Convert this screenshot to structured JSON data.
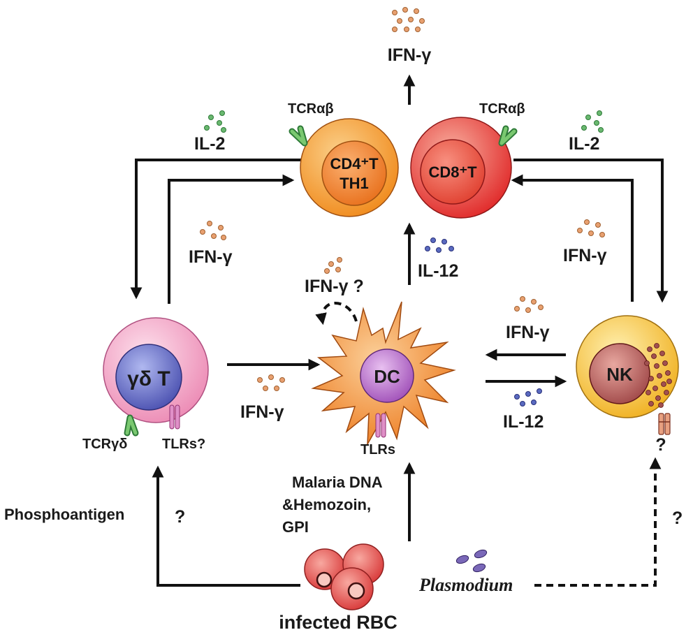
{
  "cells": {
    "cd4": {
      "line1": "CD4⁺T",
      "line2": "TH1",
      "receptor": "TCRαβ"
    },
    "cd8": {
      "label": "CD8⁺T",
      "receptor": "TCRαβ"
    },
    "gdt": {
      "label": "γδ T",
      "receptor": "TCRγδ",
      "tlr": "TLRs?"
    },
    "dc": {
      "label": "DC",
      "tlr": "TLRs"
    },
    "nk": {
      "label": "NK",
      "question": "?"
    },
    "rbc": {
      "label": "infected RBC"
    }
  },
  "cytokines": {
    "ifng_top": "IFN-γ",
    "il2_left": "IL-2",
    "il2_right": "IL-2",
    "ifng_left": "IFN-γ",
    "ifng_right": "IFN-γ",
    "ifng_dc_self": "IFN-γ ?",
    "il12_up": "IL-12",
    "ifng_nk_to_dc": "IFN-γ",
    "il12_dc_to_nk": "IL-12",
    "ifng_gdt_to_dc": "IFN-γ"
  },
  "stimuli": {
    "phosphoantigen": "Phosphoantigen",
    "phospho_question": "?",
    "malaria_line1": "Malaria DNA",
    "malaria_line2": "&Hemozoin,",
    "malaria_line3": "GPI",
    "plasmodium": "Plasmodium",
    "plasmodium_question": "?"
  },
  "colors": {
    "ifng_dots": "#e8a070",
    "il2_dots": "#5aa860",
    "il12_dots": "#4a5ab0",
    "cd4_outer": "#f39a2c",
    "cd8_outer": "#e83a3a",
    "dc_body": "#f08a2a",
    "dc_nucleus": "#b870c8",
    "gdt_outer": "#f0a8c8",
    "gdt_nucleus": "#6670c8",
    "nk_outer": "#f5c040",
    "nk_nucleus": "#b86060",
    "rbc": "#e85a5a",
    "tcr": "#5ab050",
    "tlr": "#d070b0",
    "plasmodium": "#6a5aa8"
  }
}
